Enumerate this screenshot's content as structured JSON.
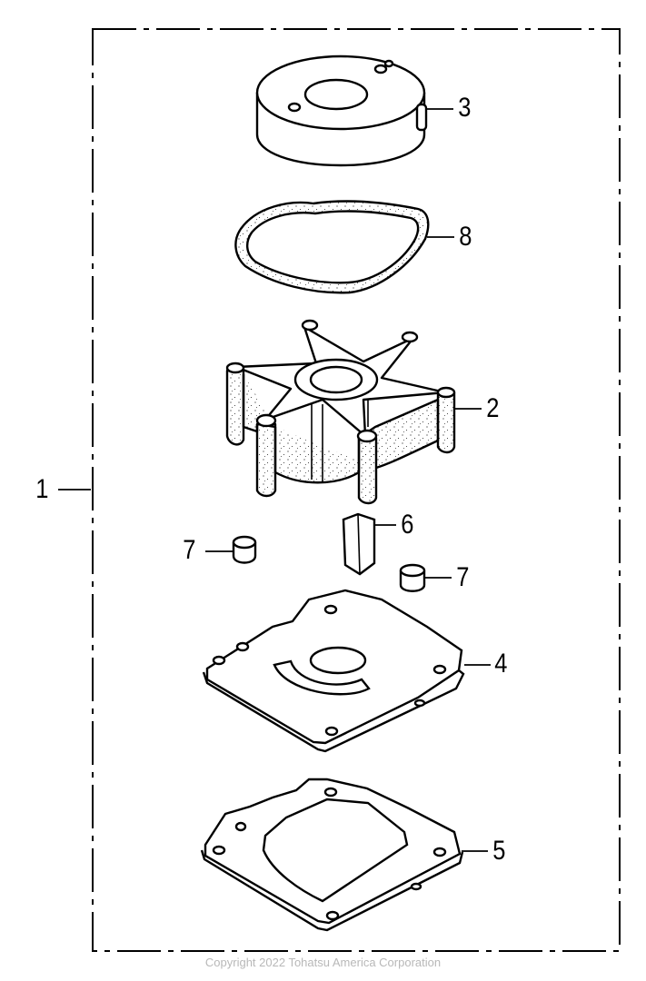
{
  "diagram": {
    "callouts": {
      "c1": "1",
      "c2": "2",
      "c3": "3",
      "c4": "4",
      "c5": "5",
      "c6": "6",
      "c7a": "7",
      "c7b": "7",
      "c8": "8"
    },
    "copyright": "Copyright 2022 Tohatsu America Corporation",
    "parts": [
      {
        "ref": "1",
        "name": "water-pump-repair-kit"
      },
      {
        "ref": "2",
        "name": "impeller-icon"
      },
      {
        "ref": "3",
        "name": "pump-housing-icon"
      },
      {
        "ref": "4",
        "name": "guide-plate-icon"
      },
      {
        "ref": "5",
        "name": "gasket-plate-icon"
      },
      {
        "ref": "6",
        "name": "key-icon"
      },
      {
        "ref": "7",
        "name": "pin-icon"
      },
      {
        "ref": "8",
        "name": "o-ring-icon"
      }
    ]
  }
}
